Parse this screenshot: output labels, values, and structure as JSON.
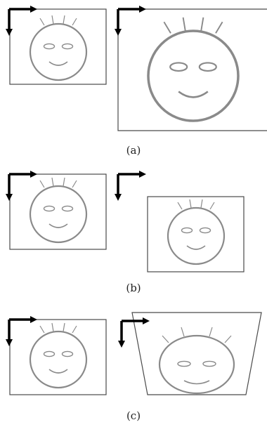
{
  "figure": {
    "panels": [
      {
        "caption": "(a)",
        "transformation": "scaling"
      },
      {
        "caption": "(b)",
        "transformation": "translation"
      },
      {
        "caption": "(c)",
        "transformation": "perspective"
      }
    ],
    "colors": {
      "frame": "#4a4a4a",
      "axes": "#000000",
      "face": "#8a8a8a",
      "caption": "#222222"
    },
    "icons": [
      "coordinate-axes-icon",
      "smiley-face-icon"
    ]
  }
}
